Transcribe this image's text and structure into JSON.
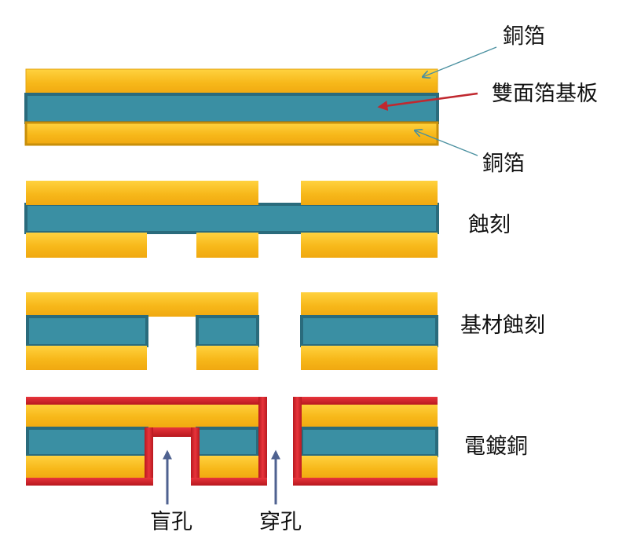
{
  "labels": {
    "copper_top": "銅箔",
    "substrate": "雙面箔基板",
    "copper_bottom": "銅箔",
    "etch": "蝕刻",
    "substrate_etch": "基材蝕刻",
    "plating": "電鍍銅",
    "blind_hole": "盲孔",
    "through_hole": "穿孔"
  },
  "colors": {
    "copper": "#F7B81A",
    "copper_light": "#FFD23F",
    "copper_edge": "#D99A0A",
    "substrate": "#3A8FA3",
    "substrate_edge": "#2A6B7C",
    "plating": "#D9222A",
    "plating_dark": "#A8161C",
    "pointer_teal": "#4A90A0",
    "pointer_red": "#C0282F",
    "pointer_blue": "#4F6290"
  },
  "icons": [
    "arrow-pointer",
    "up-arrow"
  ]
}
